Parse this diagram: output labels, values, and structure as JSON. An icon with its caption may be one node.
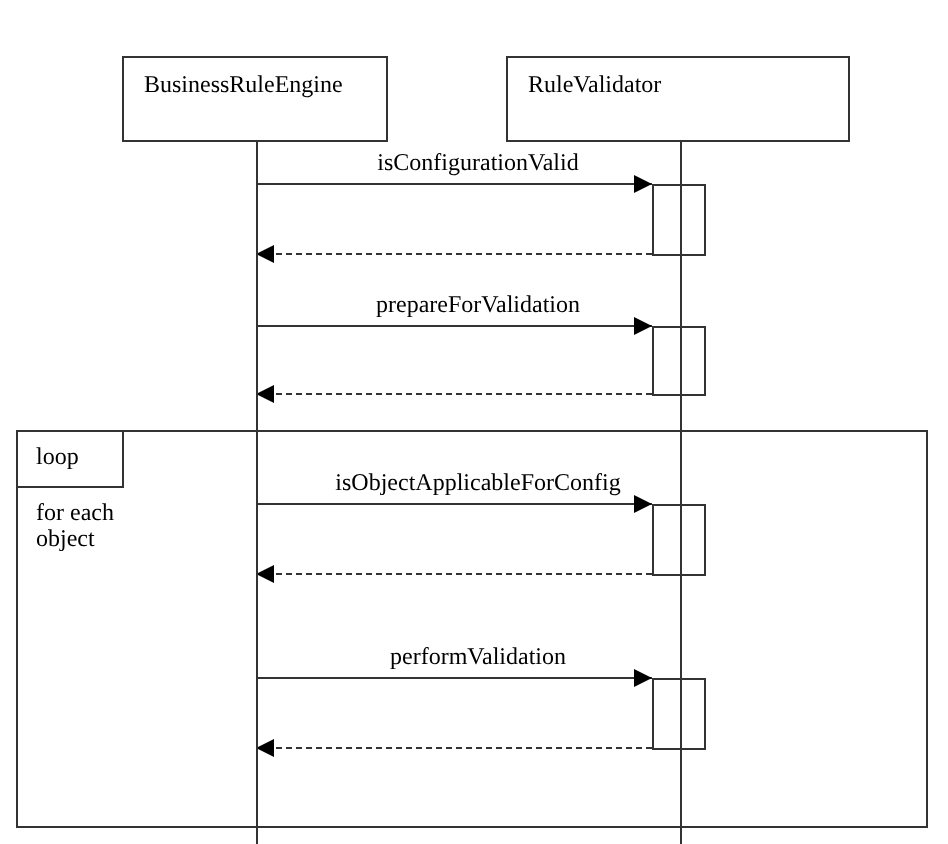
{
  "diagram": {
    "nodes": [
      {
        "text": [
          "BusinessRuleEngine"
        ]
      },
      {
        "text": [
          "RuleValidator"
        ]
      },
      {
        "text": [],
        "shape": "line"
      },
      {
        "text": [],
        "shape": "line"
      },
      {
        "text": [
          "loop",
          "for each object"
        ]
      },
      {
        "text": [],
        "shape": "bar"
      },
      {
        "text": [],
        "shape": "bar"
      },
      {
        "text": [],
        "shape": "bar",
        "in": 4
      },
      {
        "text": [],
        "shape": "bar",
        "in": 4
      }
    ],
    "edges": [
      {
        "from": 2,
        "to": 5,
        "arrow": "to",
        "label": "isConfigurationValid"
      },
      {
        "from": 5,
        "to": 2,
        "arrow": "to",
        "style": "dashed"
      },
      {
        "from": 2,
        "to": 6,
        "arrow": "to",
        "label": "prepareForValidation"
      },
      {
        "from": 6,
        "to": 2,
        "arrow": "to",
        "style": "dashed"
      },
      {
        "from": 2,
        "to": 7,
        "arrow": "to",
        "label": "isObjectApplicableForConfig"
      },
      {
        "from": 7,
        "to": 2,
        "arrow": "to",
        "style": "dashed"
      },
      {
        "from": 2,
        "to": 8,
        "arrow": "to",
        "label": "performValidation"
      },
      {
        "from": 8,
        "to": 2,
        "arrow": "to",
        "style": "dashed"
      }
    ]
  }
}
